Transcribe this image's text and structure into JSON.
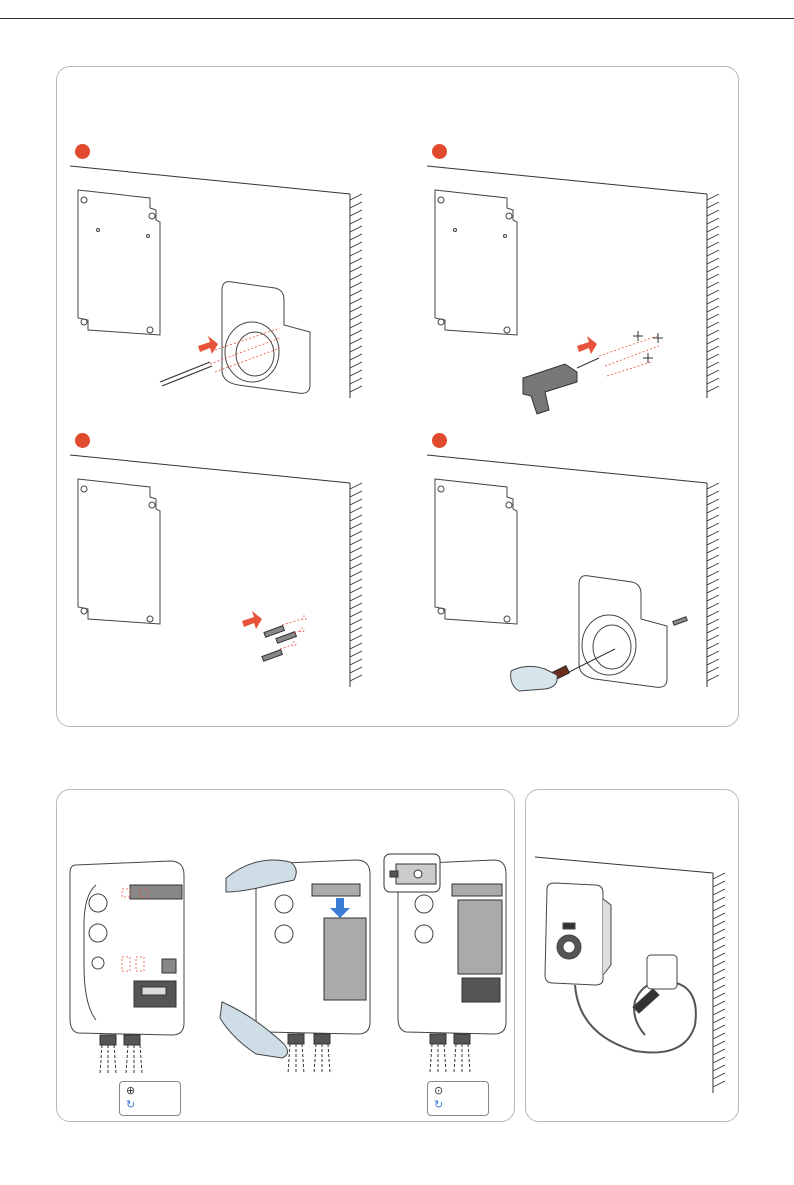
{
  "colors": {
    "accent": "#e04a2f",
    "arrow": "#e8533a",
    "blue_arrow": "#3a7bd5",
    "line": "#333333",
    "panel_border": "#b8b8b8"
  },
  "steps": [
    {
      "number": "",
      "scene": "mark-holes-with-pencil"
    },
    {
      "number": "",
      "scene": "drill-holes"
    },
    {
      "number": "",
      "scene": "insert-wall-plugs"
    },
    {
      "number": "",
      "scene": "screw-holder-to-wall"
    }
  ],
  "charger_steps": [
    {
      "scene": "fix-brackets-to-charger",
      "tool_icons": [
        "phillips-screwdriver-icon",
        "rotate-icon"
      ]
    },
    {
      "scene": "attach-back-plate"
    },
    {
      "scene": "tighten-screws",
      "tool_icons": [
        "hex-screwdriver-icon",
        "rotate-icon"
      ]
    }
  ],
  "result_scene": "charger-mounted-on-wall",
  "tool_badges": [
    {
      "top": "⊕",
      "bottom": "↻"
    },
    {
      "top": "⊙",
      "bottom": "↻"
    }
  ]
}
